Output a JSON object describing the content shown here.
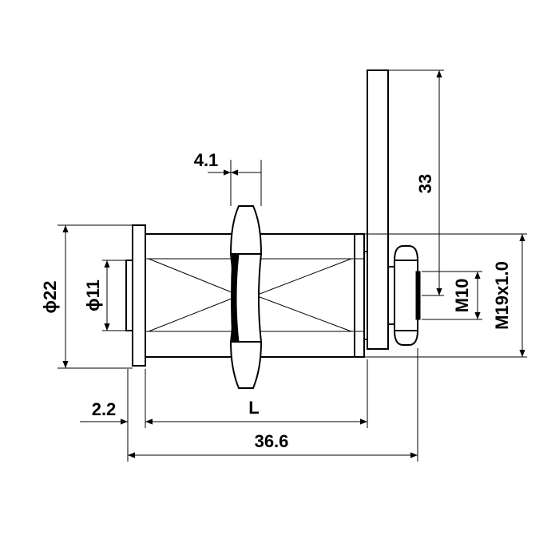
{
  "drawing": {
    "labels": {
      "nut_width": "4.1",
      "cam_length": "33",
      "flange_diameter": "ϕ22",
      "face_diameter": "ϕ11",
      "screw_thread": "M10",
      "body_thread": "M19x1.0",
      "flange_thickness": "2.2",
      "body_length": "L",
      "overall_length": "36.6"
    },
    "colors": {
      "line": "#000000",
      "background": "#ffffff"
    }
  }
}
